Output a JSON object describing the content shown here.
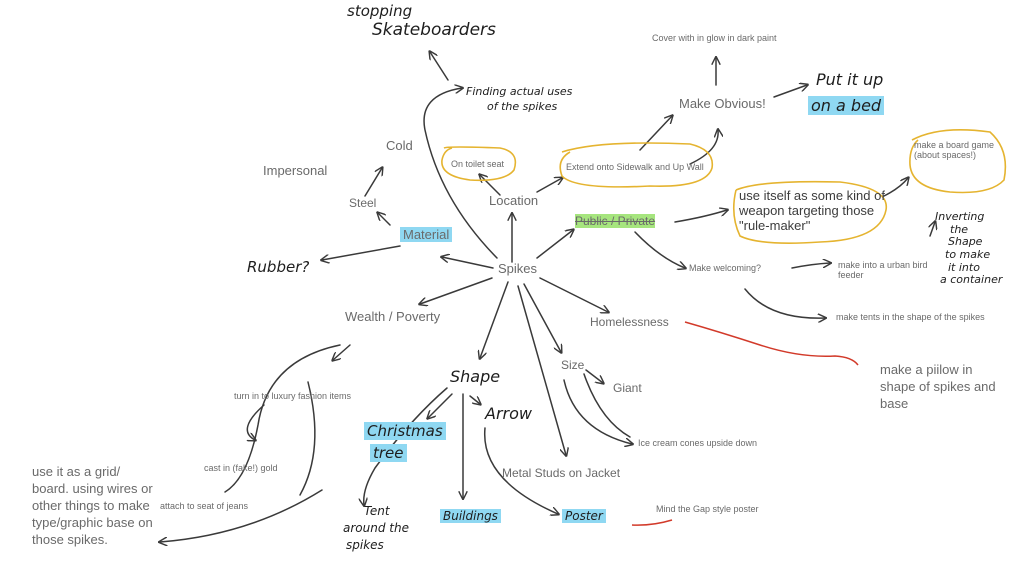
{
  "center": "Spikes",
  "nodes": {
    "stopping": "stopping",
    "skateboarders": "Skateboarders",
    "finding_uses_1": "Finding actual uses",
    "finding_uses_2": "of the spikes",
    "cold": "Cold",
    "impersonal": "Impersonal",
    "steel": "Steel",
    "material": "Material",
    "rubber": "Rubber?",
    "location": "Location",
    "toilet_seat": "On toilet seat",
    "sidewalk": "Extend onto Sidewalk and Up Wall",
    "public_private": "Public / Private",
    "make_obvious": "Make Obvious!",
    "glow_paint": "Cover with in glow in dark paint",
    "put_up_1": "Put it up",
    "put_up_2": "on a bed",
    "board_game": "make a board game (about spaces!)",
    "weapon": "use itself as some kind of weapon targeting those \"rule-maker\"",
    "inverting_1": "Inverting",
    "inverting_2": "the",
    "inverting_3": "Shape",
    "inverting_4": "to make",
    "inverting_5": "it into",
    "inverting_6": "a container",
    "welcoming": "Make welcoming?",
    "bird_feeder_1": "make into  a urban bird",
    "bird_feeder_2": "feeder",
    "tents": "make tents in the shape of the spikes",
    "homelessness": "Homelessness",
    "pillow": "make a piilow in shape of spikes and base",
    "wealth": "Wealth / Poverty",
    "luxury": "turn in to luxury fashion items",
    "gold": "cast in (fake!) gold",
    "jeans": "attach to seat of jeans",
    "grid": "use it as a grid/ board. using wires or other things to make type/graphic base on those spikes.",
    "shape": "Shape",
    "christmas_1": "Christmas",
    "christmas_2": "tree",
    "arrow": "Arrow",
    "tent_1": "Tent",
    "tent_2": "around the",
    "tent_3": "spikes",
    "buildings": "Buildings",
    "poster": "Poster",
    "mind_gap": "Mind the Gap style poster",
    "size": "Size",
    "giant": "Giant",
    "ice_cream": "Ice cream cones upside down",
    "metal_studs": "Metal Studs on Jacket"
  },
  "colors": {
    "arrow": "#3a3a3a",
    "circle": "#e5b430",
    "highlight_blue": "#8fd8f2",
    "highlight_green": "#a6e57e",
    "red_squiggle": "#d23a2a"
  }
}
